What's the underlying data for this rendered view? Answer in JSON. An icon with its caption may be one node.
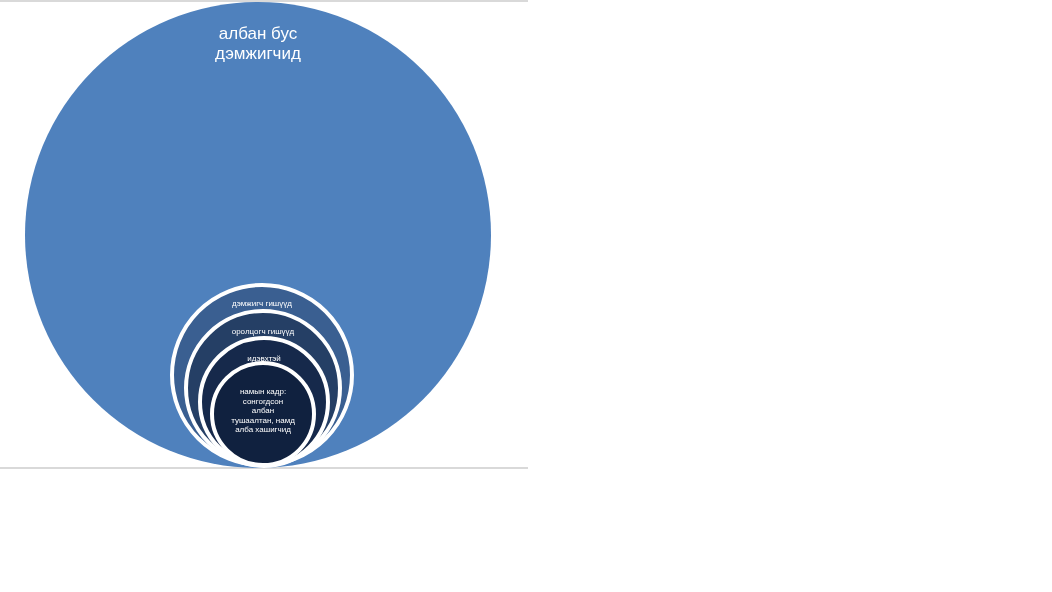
{
  "diagram": {
    "nodes": [
      {
        "text": [
          "албан бус дэмжигчид"
        ]
      },
      {
        "text": [
          "дэмжигч гишүүд"
        ],
        "in": 0
      },
      {
        "text": [
          "оролцогч гишүүд"
        ],
        "in": 1
      },
      {
        "text": [
          "идэвхтэй"
        ],
        "in": 2
      },
      {
        "text": [
          "намын кадр: сонгогдсон албан тушаалтан, намд алба хашигчид"
        ],
        "in": 3
      }
    ]
  }
}
